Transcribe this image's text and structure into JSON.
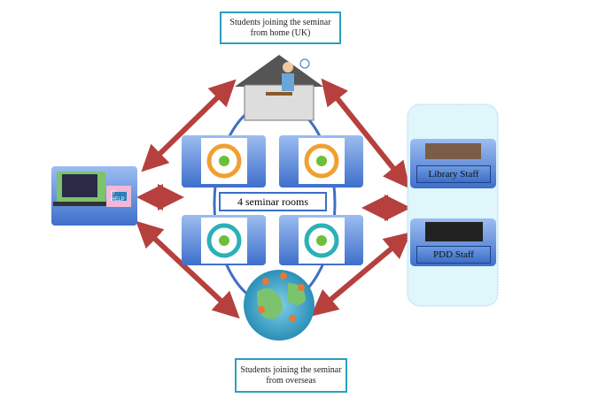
{
  "labels": {
    "home_students": "Students joining the seminar from home (UK)",
    "overseas_students": "Students joining the seminar from overseas",
    "seminar_rooms": "4 seminar rooms",
    "library_staff": "Library Staff",
    "pdd_staff": "PDD Staff",
    "it_help": "IT HELP"
  },
  "colors": {
    "arrow": "#b5403d",
    "tile": "#4f7fd6",
    "panel": "#dff6fb",
    "ellipse": "#3f6fc4",
    "label_border": "#2a9fc0"
  }
}
